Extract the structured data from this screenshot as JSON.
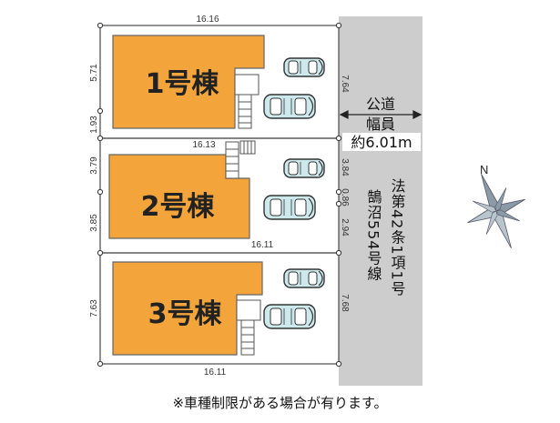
{
  "colors": {
    "building_fill": "#F3A43A",
    "building_stroke": "#666666",
    "road_fill": "#CDCDCD",
    "line": "#555555",
    "car_fill": "#CDE9EC"
  },
  "buildings": [
    {
      "label": "1号棟"
    },
    {
      "label": "2号棟"
    },
    {
      "label": "3号棟"
    }
  ],
  "dimensions": {
    "top_width": "16.16",
    "lot1_front": "5.71",
    "lot1_rear": "1.93",
    "lot1_side": "7.64",
    "lot1_lot2_border": "16.13",
    "lot2_front": "3.79",
    "lot2_rear": "3.85",
    "lot2_side_a": "3.84",
    "lot2_side_b": "0.86",
    "lot2_side_c": "2.94",
    "lot2_lot3_border": "16.11",
    "lot3_left": "7.63",
    "lot3_side": "7.68",
    "bottom_width": "16.11"
  },
  "road": {
    "line1": "公道",
    "line2": "幅員",
    "line3": "約6.01m"
  },
  "law": {
    "col1": "法第42条1項1号",
    "col2": "鵠沼554号線"
  },
  "compass": {
    "north": "N"
  },
  "note": "※車種制限がある場合が有ります。"
}
